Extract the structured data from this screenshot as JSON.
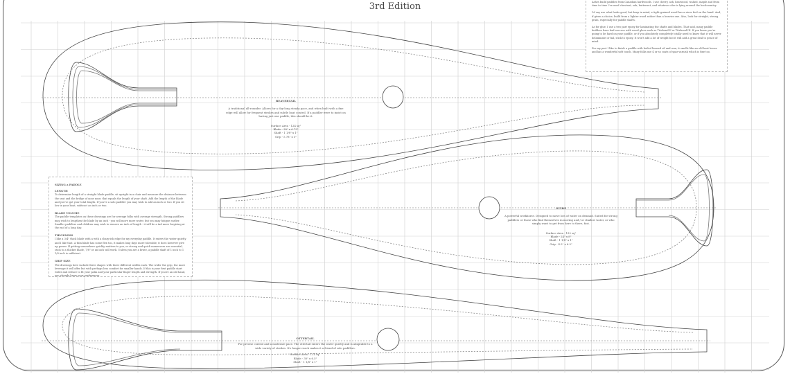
{
  "header": {
    "edition": "3rd Edition"
  },
  "top_note": [
    "Ashes build paddles from Canadian hardwoods. I use cherry, ash, basswood, walnut, maple and from time to time I've used chestnut, oak, butternut, and whatever else is lying around the backcountry.",
    "I'd say use what looks good, but keep in mind, a tight-grained wood has a nicer feel on the hand. And, if given a choice, build from a lighter wood rather than a heavier one. Also, look for straight, strong grain, especially for paddle shafts.",
    "As for glue, I use a two part epoxy for laminating the shafts and blades. That said, many paddle builders have had success with wood glues such as Titebond II or Titebond III. If you know you're going to be hard on your paddle, or if you absolutely completely totally need to know that it will never delaminate or fail, stick to epoxy. It won't add a lot of weight but it will add a great deal to peace of mind.",
    "For my part I like to finish a paddle with boiled linseed oil and wax, it smells like an old boat house and has a wonderful soft touch. Many folks use 4 or so coats of spar varnish which is fine too."
  ],
  "sizing": {
    "title": "SIZING a PADDLE",
    "sections": [
      {
        "heading": "LENGTH",
        "text": "To determine length of a straight blade paddle, sit upright in a chair and measure the distance between the seat and the bridge of your nose; that equals the length of your shaft. Add the length of the blade and you've got your total length. If you're a solo paddler you may wish to add an inch or two. If you sit low in your boat, subtract an inch or two."
      },
      {
        "heading": "BLADE VOLUME",
        "text": "The paddle templates on these drawings are for average folks with average strength. Strong paddlers may wish to lengthen the blade by an inch - you will move more water, but you may fatigue earlier. Smaller paddlers and children may wish to remove an inch of length - it will be a tad more forgiving at the end of a long day."
      },
      {
        "heading": "THICKNESS",
        "text": "I like a 3/4\" thick blade with a with a sharp-ish edge for my everyday paddle. It enters the water quietly and I like that. A thin blade has some flex too, it makes long days more tolerable, it does however give up power. If getting somewhere quickly matters to you, or strong and quick maneuvers are essential, stick to a thicker blade, 7/8\" or an inch will work. Unless you are a brute, a paddle shaft of 1 inch to 1 1/8 inch is sufficient."
      },
      {
        "heading": "GRIP SIZE",
        "text": "The drawings here include three shapes with three different widths each. The wider the grip, the more leverage it will offer but with perhaps less comfort for smaller hands. If this is your first paddle start wider and reduce to fit your palm and your particular finger length and strength. If you're an old hand, you already know your preferences."
      }
    ]
  },
  "paddles": [
    {
      "name": "BEAVERTAIL",
      "description": "A traditional all-rounder. Allows for a day-long steady pace, and when built with a fine edge will allow for frequent strokes and subtle boat control. If a paddler were to insist on having just one paddle, this should be it.",
      "specs": [
        "Surface Area - 124 sq\"",
        "Blade - 28\" x 6.75\"",
        "Shaft - 1 1/8\" x 1\"",
        "Grip - 5.78\" x 5\""
      ]
    },
    {
      "name": "GUIDE",
      "description": "A powerful workhorse. Designed to move lots of water on demand. Suited for strong paddlers or those who find themselves in moving and / or shallow water, or who simply want to get from here to there, fast.",
      "specs": [
        "Surface Area - 132 sq\"",
        "Blade - 24\" x 8\"",
        "Shaft - 1 1/8\" x 1\"",
        "Grip - 4.5\" x 6.5\""
      ]
    },
    {
      "name": "OTTERTAIL",
      "description": "For precise control and a moderate pace. The ottertail enters the water quietly and is adaptable to a wide variety of strokes. It's longer reach makes it a friend of solo paddlers.",
      "specs": [
        "Surface Area - 124 sq\"",
        "Blade - 30\" x 6.5\"",
        "Shaft - 1 1/8\" x 1\""
      ]
    }
  ],
  "colors": {
    "grid": "#cfcfcf",
    "outline": "#444444",
    "frame": "#555555"
  }
}
